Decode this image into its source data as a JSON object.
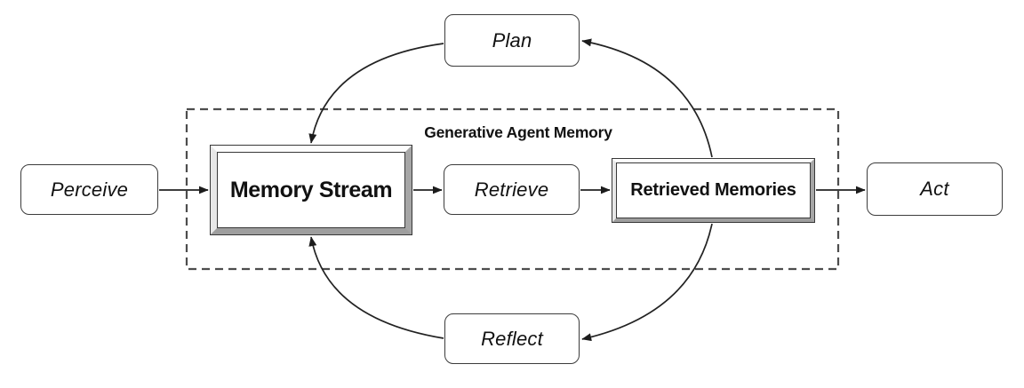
{
  "diagram": {
    "boundary_label": "Generative Agent Memory",
    "nodes": {
      "perceive": {
        "label": "Perceive",
        "shape": "rounded"
      },
      "plan": {
        "label": "Plan",
        "shape": "rounded"
      },
      "memory_stream": {
        "label": "Memory Stream",
        "shape": "beveled"
      },
      "retrieve": {
        "label": "Retrieve",
        "shape": "rounded"
      },
      "retrieved_memories": {
        "label": "Retrieved Memories",
        "shape": "beveled"
      },
      "act": {
        "label": "Act",
        "shape": "rounded"
      },
      "reflect": {
        "label": "Reflect",
        "shape": "rounded"
      }
    },
    "edges": [
      {
        "from": "Perceive",
        "to": "Memory Stream",
        "style": "straight-arrow"
      },
      {
        "from": "Memory Stream",
        "to": "Retrieve",
        "style": "straight-arrow"
      },
      {
        "from": "Retrieve",
        "to": "Retrieved Memories",
        "style": "straight-arrow"
      },
      {
        "from": "Retrieved Memories",
        "to": "Act",
        "style": "straight-arrow"
      },
      {
        "from": "Retrieved Memories",
        "to": "Plan",
        "style": "curved-arrow"
      },
      {
        "from": "Plan",
        "to": "Memory Stream",
        "style": "curved-arrow"
      },
      {
        "from": "Retrieved Memories",
        "to": "Reflect",
        "style": "curved-arrow"
      },
      {
        "from": "Reflect",
        "to": "Memory Stream",
        "style": "curved-arrow"
      }
    ],
    "colors": {
      "background": "#ffffff",
      "line": "#222222",
      "box_border": "#3c3c3c",
      "dashed_border": "#4d4d4d",
      "bevel_light": "#fdfdfd",
      "bevel_shadow": "#a6a6a6",
      "text": "#111111"
    }
  }
}
